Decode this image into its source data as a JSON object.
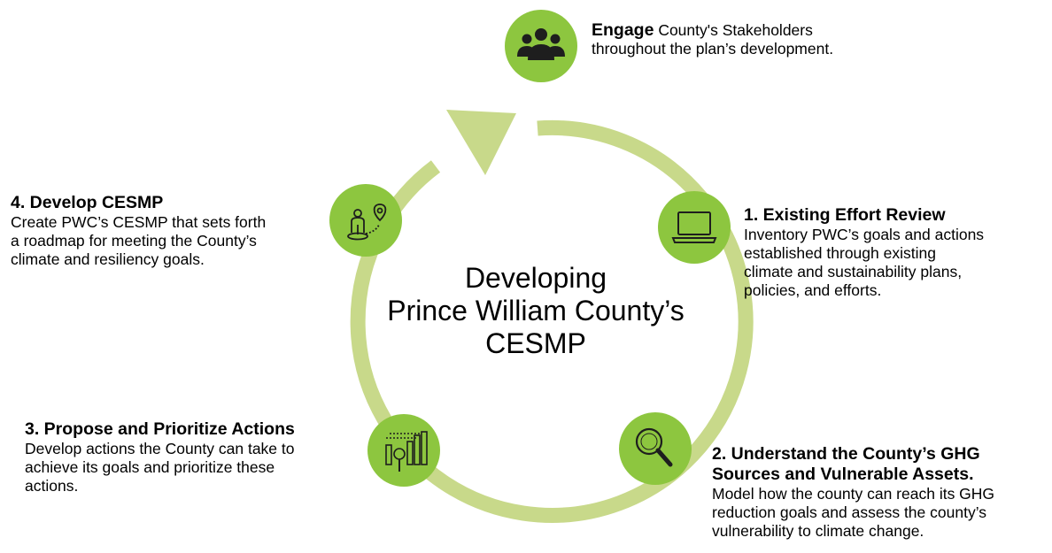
{
  "center_title": [
    "Developing",
    "Prince William County’s",
    "CESMP"
  ],
  "engage": {
    "lead": "Engage",
    "lines": [
      "County's Stakeholders",
      "throughout the plan’s development."
    ],
    "icon": "people-group-icon"
  },
  "steps": {
    "existing": {
      "title": "1. Existing Effort Review",
      "lines": [
        "Inventory  PWC’s goals and actions",
        "established through existing",
        "climate and sustainability plans,",
        "policies, and efforts."
      ],
      "icon": "laptop-icon"
    },
    "understand": {
      "title_lines": [
        "2. Understand the County’s GHG",
        "Sources and Vulnerable Assets."
      ],
      "lines": [
        "Model how the county can reach its GHG",
        "reduction goals and assess the county’s",
        "vulnerability to climate change."
      ],
      "icon": "magnifier-icon"
    },
    "propose": {
      "title": "3. Propose and Prioritize Actions",
      "lines": [
        "Develop actions the County can take to",
        "achieve its goals and prioritize these",
        "actions."
      ],
      "icon": "bar-chart-search-icon"
    },
    "develop": {
      "title": "4. Develop CESMP",
      "lines": [
        "Create PWC’s CESMP  that sets forth",
        "a roadmap for meeting the County’s",
        "climate and resiliency goals."
      ],
      "icon": "person-location-icon"
    }
  },
  "colors": {
    "ring": "#c8d98a",
    "node": "#8dc63f",
    "icon_dark": "#1e1e1e",
    "text": "#000000"
  }
}
